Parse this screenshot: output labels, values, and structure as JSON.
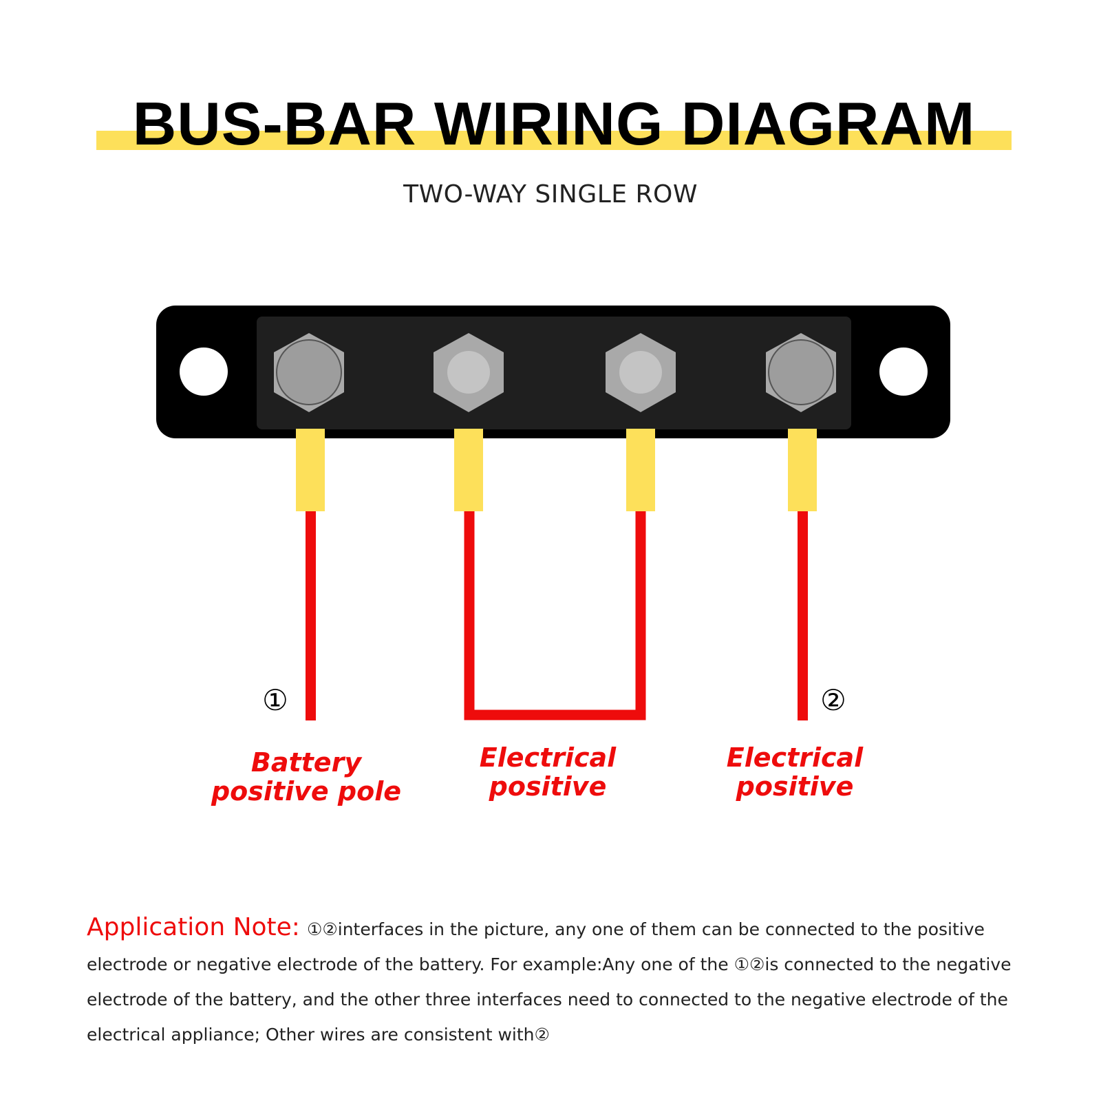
{
  "title": "BUS-BAR WIRING DIAGRAM",
  "subtitle": "TWO-WAY SINGLE ROW",
  "markers": {
    "one": "①",
    "two": "②"
  },
  "labels": {
    "battery": [
      "Battery",
      "positive pole"
    ],
    "electrical_middle": [
      "Electrical",
      "positive"
    ],
    "electrical_right": [
      "Electrical",
      "positive"
    ]
  },
  "note": {
    "heading": "Application Note:",
    "body": "①②interfaces in the picture, any one of them can be connected to the positive electrode or negative electrode of the battery. For example:Any one of the ①②is connected to the negative electrode of the battery, and the other three interfaces need to connected to the negative electrode  of  the electrical appliance; Other wires are consistent with②"
  },
  "colors": {
    "highlight": "#fde05a",
    "busbar": "#000000",
    "busbar_inner": "#1f1f1f",
    "hex_nut": "#a9a9a9",
    "terminal": "#fde05a",
    "wire": "#ee0c0c"
  }
}
